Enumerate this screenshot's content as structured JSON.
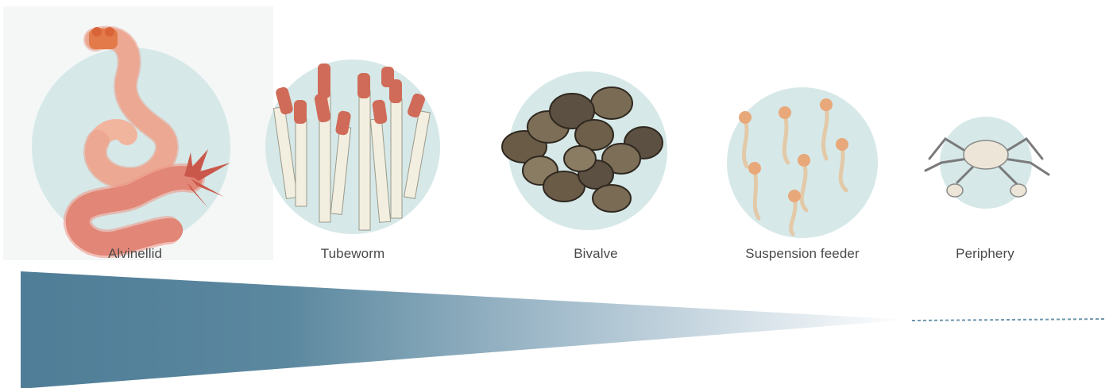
{
  "zones": [
    {
      "label": "Alvinellid",
      "icon": "alvinellid-worm-icon"
    },
    {
      "label": "Tubeworm",
      "icon": "tubeworm-cluster-icon"
    },
    {
      "label": "Bivalve",
      "icon": "bivalve-mussels-icon"
    },
    {
      "label": "Suspension feeder",
      "icon": "suspension-feeder-icon"
    },
    {
      "label": "Periphery",
      "icon": "crab-icon"
    }
  ],
  "colors": {
    "circle_bg": "#d6e8e8",
    "gradient_start": "#4f7d97",
    "gradient_end": "#ffffff",
    "dotted_line": "#6f97ad",
    "worm_body": "#f1b59e",
    "worm_red": "#c9584b",
    "tube_white": "#f2eee0",
    "mussel_brown": "#5b5041"
  }
}
